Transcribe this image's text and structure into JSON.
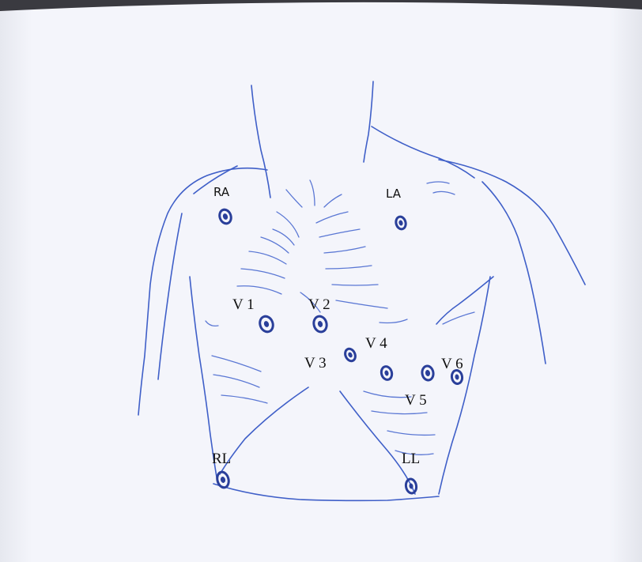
{
  "diagram": {
    "colors": {
      "paper": "#f4f5fb",
      "ink": "#3f5fc8",
      "electrode": "#2a3f9a",
      "label": "#111111"
    },
    "electrodes": [
      {
        "id": "ra",
        "label": "RA"
      },
      {
        "id": "la",
        "label": "LA"
      },
      {
        "id": "v1",
        "label": "V 1"
      },
      {
        "id": "v2",
        "label": "V 2"
      },
      {
        "id": "v3",
        "label": "V 3"
      },
      {
        "id": "v4",
        "label": "V 4"
      },
      {
        "id": "v5",
        "label": "V 5"
      },
      {
        "id": "v6",
        "label": "V 6"
      },
      {
        "id": "rl",
        "label": "RL"
      },
      {
        "id": "ll",
        "label": "LL"
      }
    ]
  }
}
